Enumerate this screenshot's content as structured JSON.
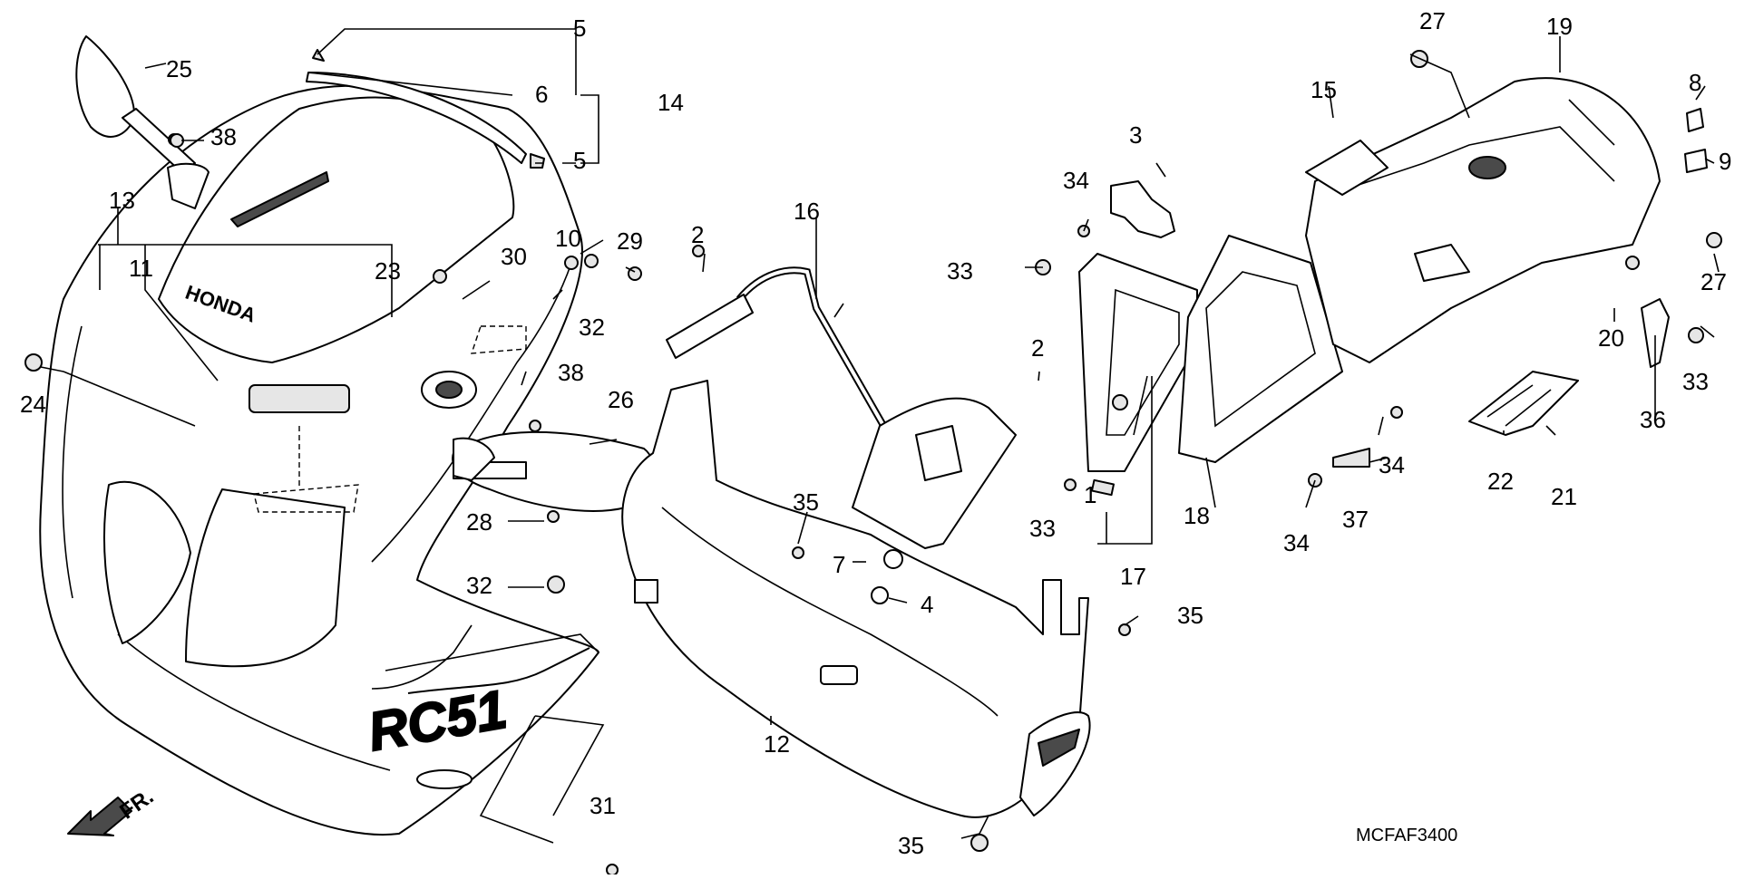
{
  "diagram": {
    "code": "MCFAF3400",
    "front_arrow_label": "FR.",
    "callouts": [
      {
        "id": "c1",
        "num": "1"
      },
      {
        "id": "c2a",
        "num": "2"
      },
      {
        "id": "c2b",
        "num": "2"
      },
      {
        "id": "c3",
        "num": "3"
      },
      {
        "id": "c4",
        "num": "4"
      },
      {
        "id": "c5a",
        "num": "5"
      },
      {
        "id": "c5b",
        "num": "5"
      },
      {
        "id": "c6",
        "num": "6"
      },
      {
        "id": "c7",
        "num": "7"
      },
      {
        "id": "c8",
        "num": "8"
      },
      {
        "id": "c9",
        "num": "9"
      },
      {
        "id": "c10",
        "num": "10"
      },
      {
        "id": "c11",
        "num": "11"
      },
      {
        "id": "c12",
        "num": "12"
      },
      {
        "id": "c13",
        "num": "13"
      },
      {
        "id": "c14",
        "num": "14"
      },
      {
        "id": "c15",
        "num": "15"
      },
      {
        "id": "c16",
        "num": "16"
      },
      {
        "id": "c17",
        "num": "17"
      },
      {
        "id": "c18",
        "num": "18"
      },
      {
        "id": "c19",
        "num": "19"
      },
      {
        "id": "c20",
        "num": "20"
      },
      {
        "id": "c21",
        "num": "21"
      },
      {
        "id": "c22",
        "num": "22"
      },
      {
        "id": "c23",
        "num": "23"
      },
      {
        "id": "c24",
        "num": "24"
      },
      {
        "id": "c25",
        "num": "25"
      },
      {
        "id": "c26",
        "num": "26"
      },
      {
        "id": "c27a",
        "num": "27"
      },
      {
        "id": "c27b",
        "num": "27"
      },
      {
        "id": "c28",
        "num": "28"
      },
      {
        "id": "c29",
        "num": "29"
      },
      {
        "id": "c30",
        "num": "30"
      },
      {
        "id": "c31",
        "num": "31"
      },
      {
        "id": "c32a",
        "num": "32"
      },
      {
        "id": "c32b",
        "num": "32"
      },
      {
        "id": "c33a",
        "num": "33"
      },
      {
        "id": "c33b",
        "num": "33"
      },
      {
        "id": "c33c",
        "num": "33"
      },
      {
        "id": "c34a",
        "num": "34"
      },
      {
        "id": "c34b",
        "num": "34"
      },
      {
        "id": "c34c",
        "num": "34"
      },
      {
        "id": "c35a",
        "num": "35"
      },
      {
        "id": "c35b",
        "num": "35"
      },
      {
        "id": "c35c",
        "num": "35"
      },
      {
        "id": "c36",
        "num": "36"
      },
      {
        "id": "c37",
        "num": "37"
      },
      {
        "id": "c38a",
        "num": "38"
      },
      {
        "id": "c38b",
        "num": "38"
      }
    ]
  }
}
